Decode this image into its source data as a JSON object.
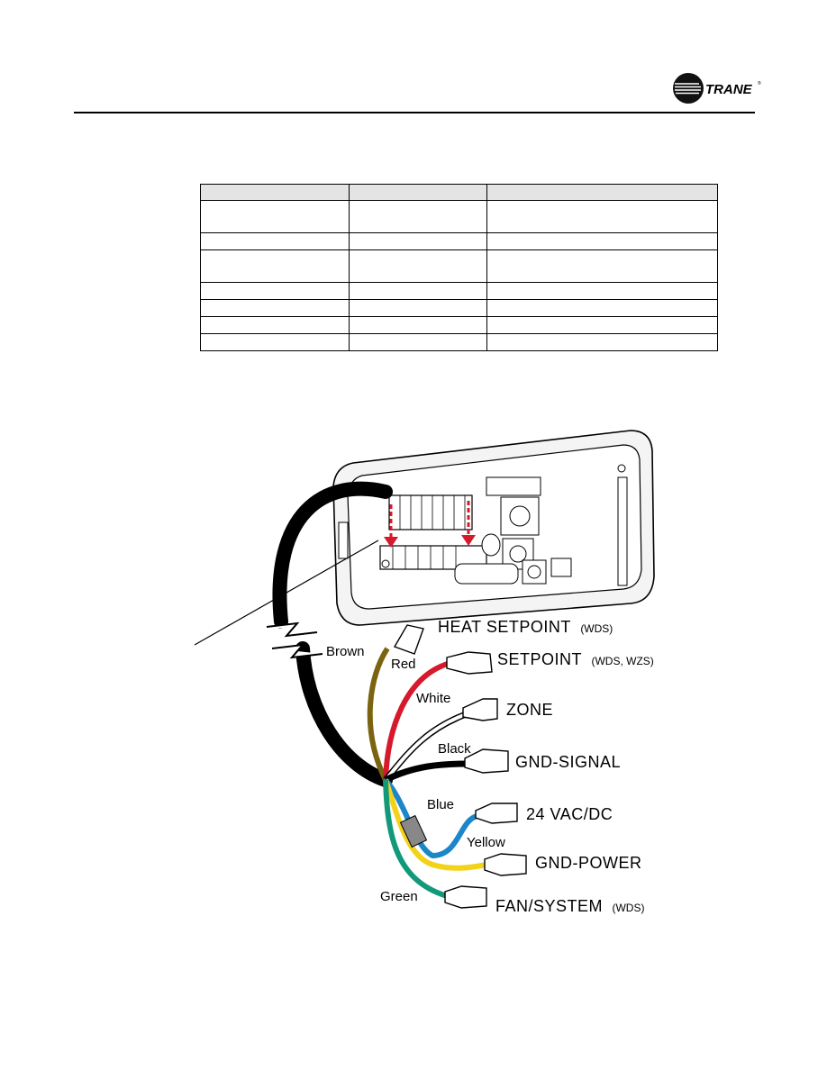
{
  "header": {
    "logo_text": "TRANE",
    "logo_mark": "®"
  },
  "spec_table": {
    "rows": [
      {
        "kind": "head",
        "cells": [
          "",
          "",
          ""
        ]
      },
      {
        "kind": "tall",
        "cells": [
          "",
          "",
          ""
        ]
      },
      {
        "kind": "short",
        "cells": [
          "",
          "",
          ""
        ]
      },
      {
        "kind": "tall",
        "cells": [
          "",
          "",
          ""
        ]
      },
      {
        "kind": "short",
        "cells": [
          "",
          "",
          ""
        ]
      },
      {
        "kind": "short",
        "cells": [
          "",
          "",
          ""
        ]
      },
      {
        "kind": "short",
        "cells": [
          "",
          "",
          ""
        ]
      },
      {
        "kind": "short",
        "cells": [
          "",
          "",
          ""
        ]
      }
    ]
  },
  "wiring": {
    "wires": {
      "brown": "Brown",
      "red": "Red",
      "white": "White",
      "black": "Black",
      "blue": "Blue",
      "yellow": "Yellow",
      "green": "Green"
    },
    "terminals": {
      "heat_setpoint": "HEAT SETPOINT",
      "heat_setpoint_note": "(WDS)",
      "setpoint": "SETPOINT",
      "setpoint_note": "(WDS, WZS)",
      "zone": "ZONE",
      "gnd_signal": "GND-SIGNAL",
      "vac_dc": "24 VAC/DC",
      "gnd_power": "GND-POWER",
      "fan_system": "FAN/SYSTEM",
      "fan_system_note": "(WDS)"
    },
    "colors": {
      "brown": "#7a6410",
      "red": "#d6192b",
      "white": "#ffffff",
      "black": "#000000",
      "blue": "#1b86c8",
      "yellow": "#f3d21a",
      "green": "#12997a",
      "arrow": "#d6192b"
    }
  }
}
